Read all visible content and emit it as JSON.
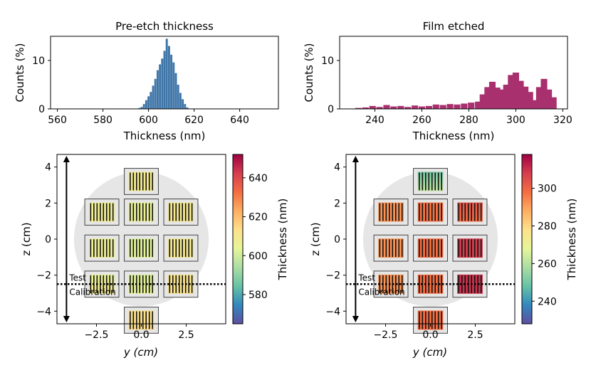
{
  "colors": {
    "hist_left": "#3f76a8",
    "hist_right": "#a8306e",
    "wafer_fill": "#e6e6e6",
    "chip_border": "#444444"
  },
  "colormap": [
    "#5e4fa2",
    "#3288bd",
    "#66c2a5",
    "#abdda4",
    "#e6f598",
    "#fee08b",
    "#fdae61",
    "#f46d43",
    "#d53e4f",
    "#9e0142"
  ],
  "chart_data": [
    {
      "type": "histogram",
      "title": "Pre-etch thickness",
      "xlabel": "Thickness (nm)",
      "ylabel": "Counts (%)",
      "xlim": [
        557,
        657
      ],
      "ylim": [
        0,
        15
      ],
      "xticks": [
        "560",
        "580",
        "600",
        "620",
        "640"
      ],
      "yticks": [
        "0",
        "10"
      ],
      "x": [
        596,
        597,
        598,
        599,
        600,
        601,
        602,
        603,
        604,
        605,
        606,
        607,
        608,
        609,
        610,
        611,
        612,
        613,
        614,
        615,
        616,
        617
      ],
      "values": [
        0.2,
        0.4,
        1.0,
        1.8,
        2.6,
        3.5,
        4.8,
        6.2,
        8.0,
        9.2,
        10.4,
        12.0,
        14.5,
        13.0,
        11.2,
        9.6,
        7.4,
        5.0,
        3.3,
        2.0,
        1.0,
        0.3
      ]
    },
    {
      "type": "histogram",
      "title": "Film etched",
      "xlabel": "Thickness (nm)",
      "ylabel": "Counts (%)",
      "xlim": [
        225,
        322
      ],
      "ylim": [
        0,
        15
      ],
      "xticks": [
        "240",
        "260",
        "280",
        "300",
        "320"
      ],
      "yticks": [
        "0",
        "10"
      ],
      "x": [
        233,
        236,
        239,
        242,
        245,
        248,
        251,
        254,
        257,
        260,
        263,
        266,
        269,
        272,
        275,
        278,
        281,
        284,
        286,
        288,
        290,
        292,
        294,
        296,
        298,
        300,
        302,
        304,
        306,
        308,
        310,
        312,
        314,
        316
      ],
      "values": [
        0.2,
        0.3,
        0.6,
        0.4,
        0.8,
        0.5,
        0.6,
        0.4,
        0.7,
        0.5,
        0.6,
        0.9,
        0.8,
        1.0,
        0.9,
        1.1,
        1.3,
        1.5,
        3.0,
        4.5,
        5.6,
        4.4,
        4.0,
        5.0,
        7.0,
        7.5,
        5.8,
        4.6,
        3.5,
        1.8,
        4.5,
        6.2,
        4.0,
        2.4
      ]
    },
    {
      "type": "heatmap",
      "xlabel": "y (cm)",
      "ylabel": "z (cm)",
      "xlim": [
        -4.7,
        4.7
      ],
      "ylim": [
        -4.7,
        4.7
      ],
      "xticks": [
        "−2.5",
        "0.0",
        "2.5"
      ],
      "yticks": [
        "4",
        "2",
        "0",
        "−2",
        "−4"
      ],
      "colorbar": {
        "label": "Thickness (nm)",
        "range": [
          565,
          652
        ],
        "ticks": [
          "580",
          "600",
          "620",
          "640"
        ]
      },
      "annotations": {
        "test_label": "Test",
        "calibration_label": "Calibration",
        "divider_z": -2.5
      },
      "chips": [
        {
          "y": 0.0,
          "z": 3.2,
          "top": 609,
          "bottom": 609
        },
        {
          "y": -2.2,
          "z": 1.5,
          "top": 607,
          "bottom": 608
        },
        {
          "y": 0.0,
          "z": 1.5,
          "top": 605,
          "bottom": 606
        },
        {
          "y": 2.2,
          "z": 1.5,
          "top": 609,
          "bottom": 610
        },
        {
          "y": -2.2,
          "z": -0.5,
          "top": 606,
          "bottom": 607
        },
        {
          "y": 0.0,
          "z": -0.5,
          "top": 602,
          "bottom": 604
        },
        {
          "y": 2.2,
          "z": -0.5,
          "top": 609,
          "bottom": 610
        },
        {
          "y": -2.2,
          "z": -2.5,
          "top": 604,
          "bottom": 610
        },
        {
          "y": 0.0,
          "z": -2.5,
          "top": 602,
          "bottom": 605
        },
        {
          "y": 2.2,
          "z": -2.5,
          "top": 611,
          "bottom": 612
        },
        {
          "y": 0.0,
          "z": -4.5,
          "top": 612,
          "bottom": 614
        }
      ]
    },
    {
      "type": "heatmap",
      "xlabel": "y (cm)",
      "ylabel": "z (cm)",
      "xlim": [
        -4.7,
        4.7
      ],
      "ylim": [
        -4.7,
        4.7
      ],
      "xticks": [
        "−2.5",
        "0.0",
        "2.5"
      ],
      "yticks": [
        "4",
        "2",
        "0",
        "−2",
        "−4"
      ],
      "colorbar": {
        "label": "Thickness (nm)",
        "range": [
          228,
          318
        ],
        "ticks": [
          "240",
          "260",
          "280",
          "300"
        ]
      },
      "annotations": {
        "test_label": "Test",
        "calibration_label": "Calibration",
        "divider_z": -2.5
      },
      "chips": [
        {
          "y": 0.0,
          "z": 3.2,
          "top": 250,
          "bottom": 262
        },
        {
          "y": -2.2,
          "z": 1.5,
          "top": 292,
          "bottom": 292
        },
        {
          "y": 0.0,
          "z": 1.5,
          "top": 297,
          "bottom": 297
        },
        {
          "y": 2.2,
          "z": 1.5,
          "top": 303,
          "bottom": 298
        },
        {
          "y": -2.2,
          "z": -0.5,
          "top": 292,
          "bottom": 292
        },
        {
          "y": 0.0,
          "z": -0.5,
          "top": 298,
          "bottom": 298
        },
        {
          "y": 2.2,
          "z": -0.5,
          "top": 308,
          "bottom": 308
        },
        {
          "y": -2.2,
          "z": -2.5,
          "top": 292,
          "bottom": 292
        },
        {
          "y": 0.0,
          "z": -2.5,
          "top": 298,
          "bottom": 298
        },
        {
          "y": 2.2,
          "z": -2.5,
          "top": 310,
          "bottom": 310
        },
        {
          "y": 0.0,
          "z": -4.5,
          "top": 298,
          "bottom": 298
        }
      ]
    }
  ]
}
